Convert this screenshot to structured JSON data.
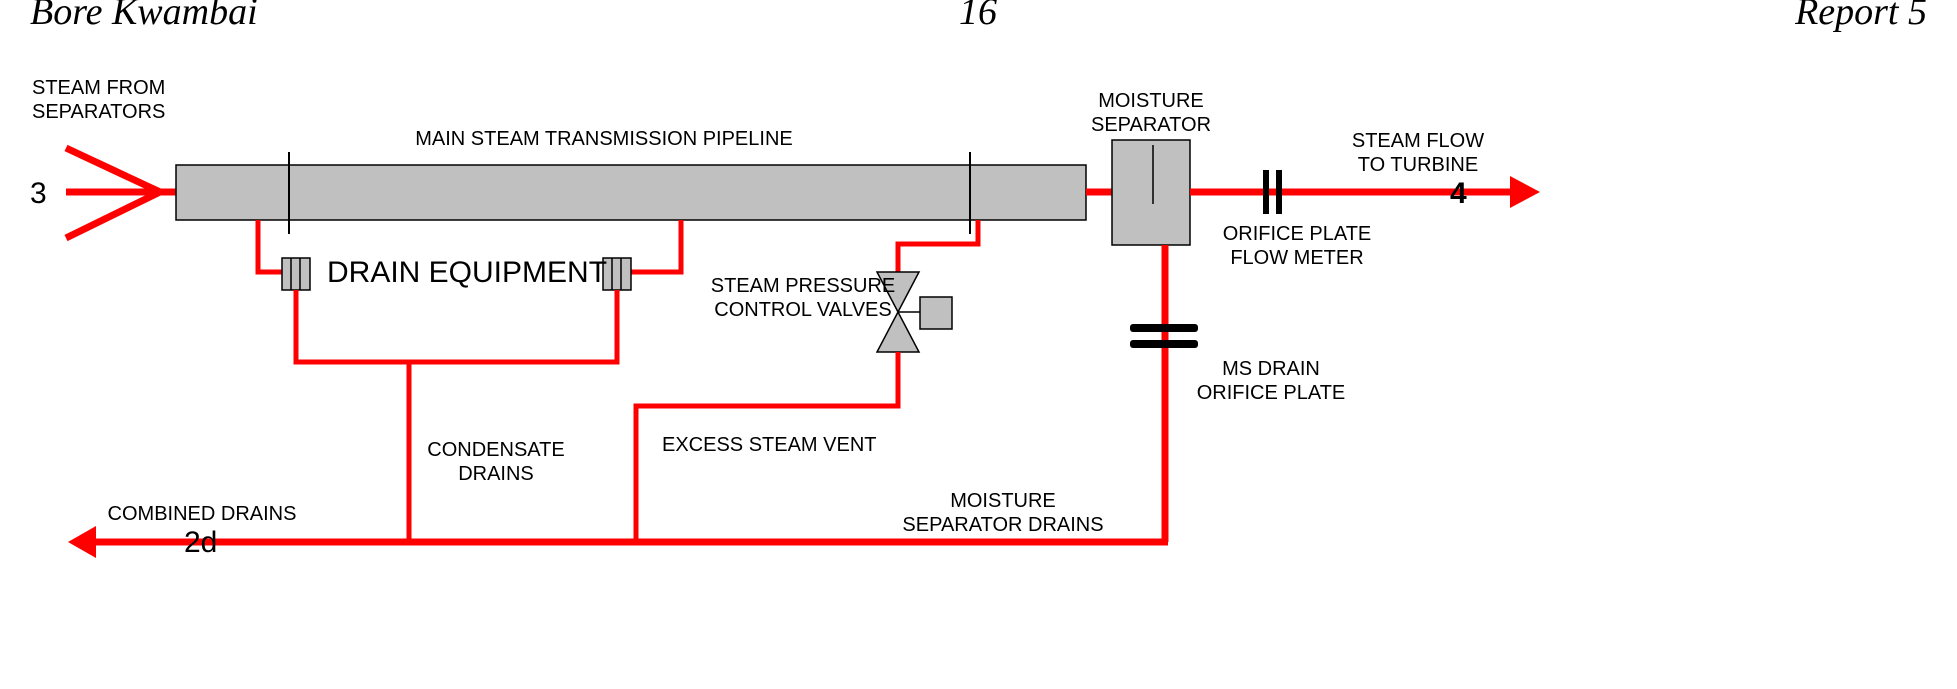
{
  "header": {
    "left": "Bore Kwambai",
    "center": "16",
    "right": "Report 5"
  },
  "labels": {
    "steam_from": [
      "STEAM FROM",
      "SEPARATORS"
    ],
    "main_pipeline": "MAIN STEAM TRANSMISSION PIPELINE",
    "moisture_separator": [
      "MOISTURE",
      "SEPARATOR"
    ],
    "steam_flow": [
      "STEAM FLOW",
      "TO TURBINE"
    ],
    "drain_equipment": "DRAIN EQUIPMENT",
    "pressure_valves": [
      "STEAM PRESSURE",
      "CONTROL VALVES"
    ],
    "orifice_plate": [
      "ORIFICE PLATE",
      "FLOW METER"
    ],
    "ms_drain": [
      "MS DRAIN",
      "ORIFICE PLATE"
    ],
    "condensate": [
      "CONDENSATE",
      "DRAINS"
    ],
    "excess_vent": "EXCESS STEAM VENT",
    "combined_drains": "COMBINED DRAINS",
    "ms_drains": [
      "MOISTURE",
      "SEPARATOR DRAINS"
    ]
  },
  "nodes": {
    "inlet": "3",
    "outlet": "4",
    "drains": "2d"
  },
  "colors": {
    "pipe": "#ff0000",
    "equipment": "#c0c0c0",
    "outline": "#000000"
  }
}
